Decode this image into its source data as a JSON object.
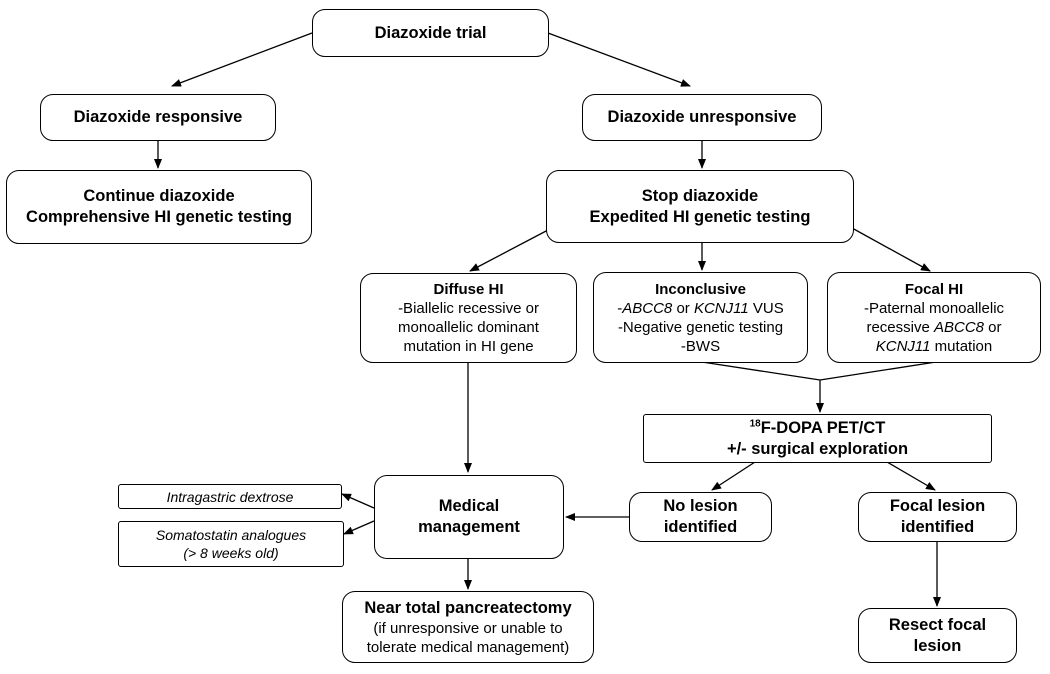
{
  "nodes": {
    "diazoxide_trial": "Diazoxide trial",
    "responsive": "Diazoxide responsive",
    "unresponsive": "Diazoxide unresponsive",
    "continue": {
      "line1": "Continue diazoxide",
      "line2": "Comprehensive HI genetic testing"
    },
    "stop": {
      "line1": "Stop diazoxide",
      "line2": "Expedited HI genetic testing"
    },
    "diffuse": {
      "title": "Diffuse HI",
      "line1": "-Biallelic recessive or",
      "line2": "monoallelic dominant",
      "line3": "mutation in HI gene"
    },
    "inconclusive": {
      "title": "Inconclusive",
      "line1_dash": "-",
      "line1_gene1": "ABCC8",
      "line1_or": " or ",
      "line1_gene2": "KCNJ11",
      "line1_suffix": " VUS",
      "line2": "-Negative genetic testing",
      "line3": "-BWS"
    },
    "focal": {
      "title": "Focal HI",
      "line1": "-Paternal monoallelic",
      "line2_prefix": "recessive ",
      "line2_gene": "ABCC8",
      "line2_suffix": " or",
      "line3_gene": "KCNJ11",
      "line3_suffix": " mutation"
    },
    "pet": {
      "sup": "18",
      "line1": "F-DOPA PET/CT",
      "line2": "+/- surgical exploration"
    },
    "medical": {
      "line1": "Medical",
      "line2": "management"
    },
    "no_lesion": {
      "line1": "No lesion",
      "line2": "identified"
    },
    "focal_lesion": {
      "line1": "Focal lesion",
      "line2": "identified"
    },
    "intragastric": "Intragastric dextrose",
    "somatostatin": {
      "line1": "Somatostatin analogues",
      "line2": "(> 8 weeks old)"
    },
    "pancreatectomy": {
      "line1": "Near total pancreatectomy",
      "line2": "(if unresponsive or unable to",
      "line3": "tolerate medical management)"
    },
    "resect": {
      "line1": "Resect focal",
      "line2": "lesion"
    }
  },
  "colors": {
    "stroke": "#000000",
    "background": "#ffffff"
  }
}
